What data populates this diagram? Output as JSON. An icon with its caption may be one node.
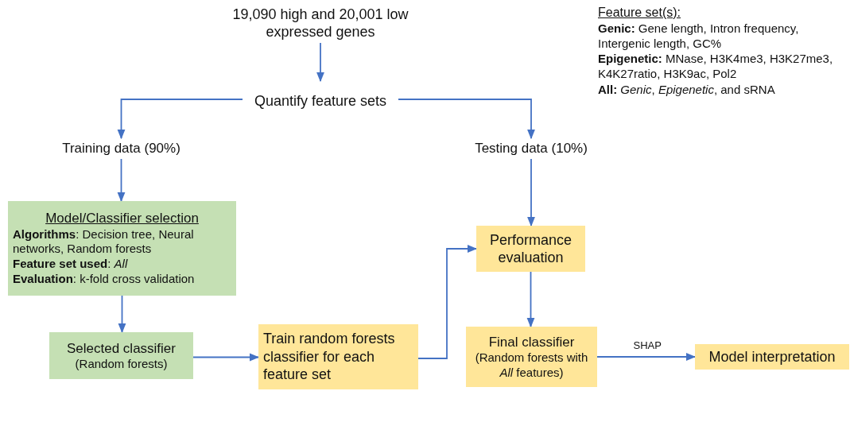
{
  "diagram": {
    "nodes": [
      {
        "text": [
          "19,090 high and 20,001 low expressed genes"
        ]
      },
      {
        "text": [
          "Quantify feature sets"
        ]
      },
      {
        "text": [
          "Training data (90%)"
        ]
      },
      {
        "text": [
          "Testing data (10%)"
        ]
      },
      {
        "text": [
          "Model/Classifier selection",
          "**Algorithms**: Decision tree, Neural networks, Random forests",
          "**Feature set used**: *All*",
          "**Evaluation**: k-fold cross validation"
        ]
      },
      {
        "text": [
          "Selected classifier",
          "(Random forests)"
        ]
      },
      {
        "text": [
          "Train random forests classifier for each feature set"
        ]
      },
      {
        "text": [
          "Performance evaluation"
        ]
      },
      {
        "text": [
          "Final classifier",
          "(Random forests with *All* features)"
        ]
      },
      {
        "text": [
          "Model interpretation"
        ]
      }
    ],
    "edges": [
      {
        "from": 0,
        "to": 1,
        "arrow": "to"
      },
      {
        "from": 1,
        "to": 2,
        "arrow": "to"
      },
      {
        "from": 1,
        "to": 3,
        "arrow": "to"
      },
      {
        "from": 2,
        "to": 4,
        "arrow": "to"
      },
      {
        "from": 4,
        "to": 5,
        "arrow": "to"
      },
      {
        "from": 5,
        "to": 6,
        "arrow": "to"
      },
      {
        "from": 6,
        "to": 7,
        "arrow": "to"
      },
      {
        "from": 3,
        "to": 7,
        "arrow": "to"
      },
      {
        "from": 7,
        "to": 8,
        "arrow": "to"
      },
      {
        "from": 8,
        "to": 9,
        "arrow": "to",
        "label": "SHAP"
      }
    ],
    "labels": [
      "Feature set(s):",
      "**Genic:** Gene length, Intron frequency, Intergenic length, GC%",
      "**Epigenetic:** MNase, H3K4me3, H3K27me3, K4K27ratio, H3K9ac, Pol2",
      "**All:** *Genic*, *Epigenetic*, and sRNA"
    ]
  }
}
